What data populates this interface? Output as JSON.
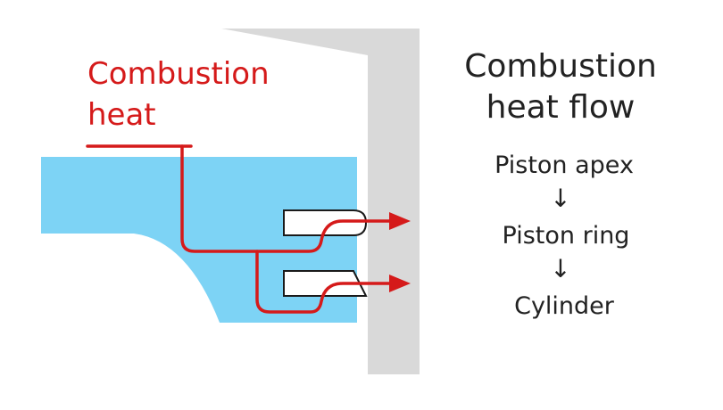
{
  "diagram_label": {
    "line1": "Combustion",
    "line2": "heat"
  },
  "panel": {
    "title_line1": "Combustion",
    "title_line2": "heat flow",
    "steps": [
      "Piston apex",
      "Piston ring",
      "Cylinder"
    ],
    "arrow_glyph": "↓"
  },
  "colors": {
    "piston": "#7dd3f5",
    "cylinder_wall": "#d9d9d9",
    "heat_flow": "#d51a1a",
    "text": "#222222"
  }
}
